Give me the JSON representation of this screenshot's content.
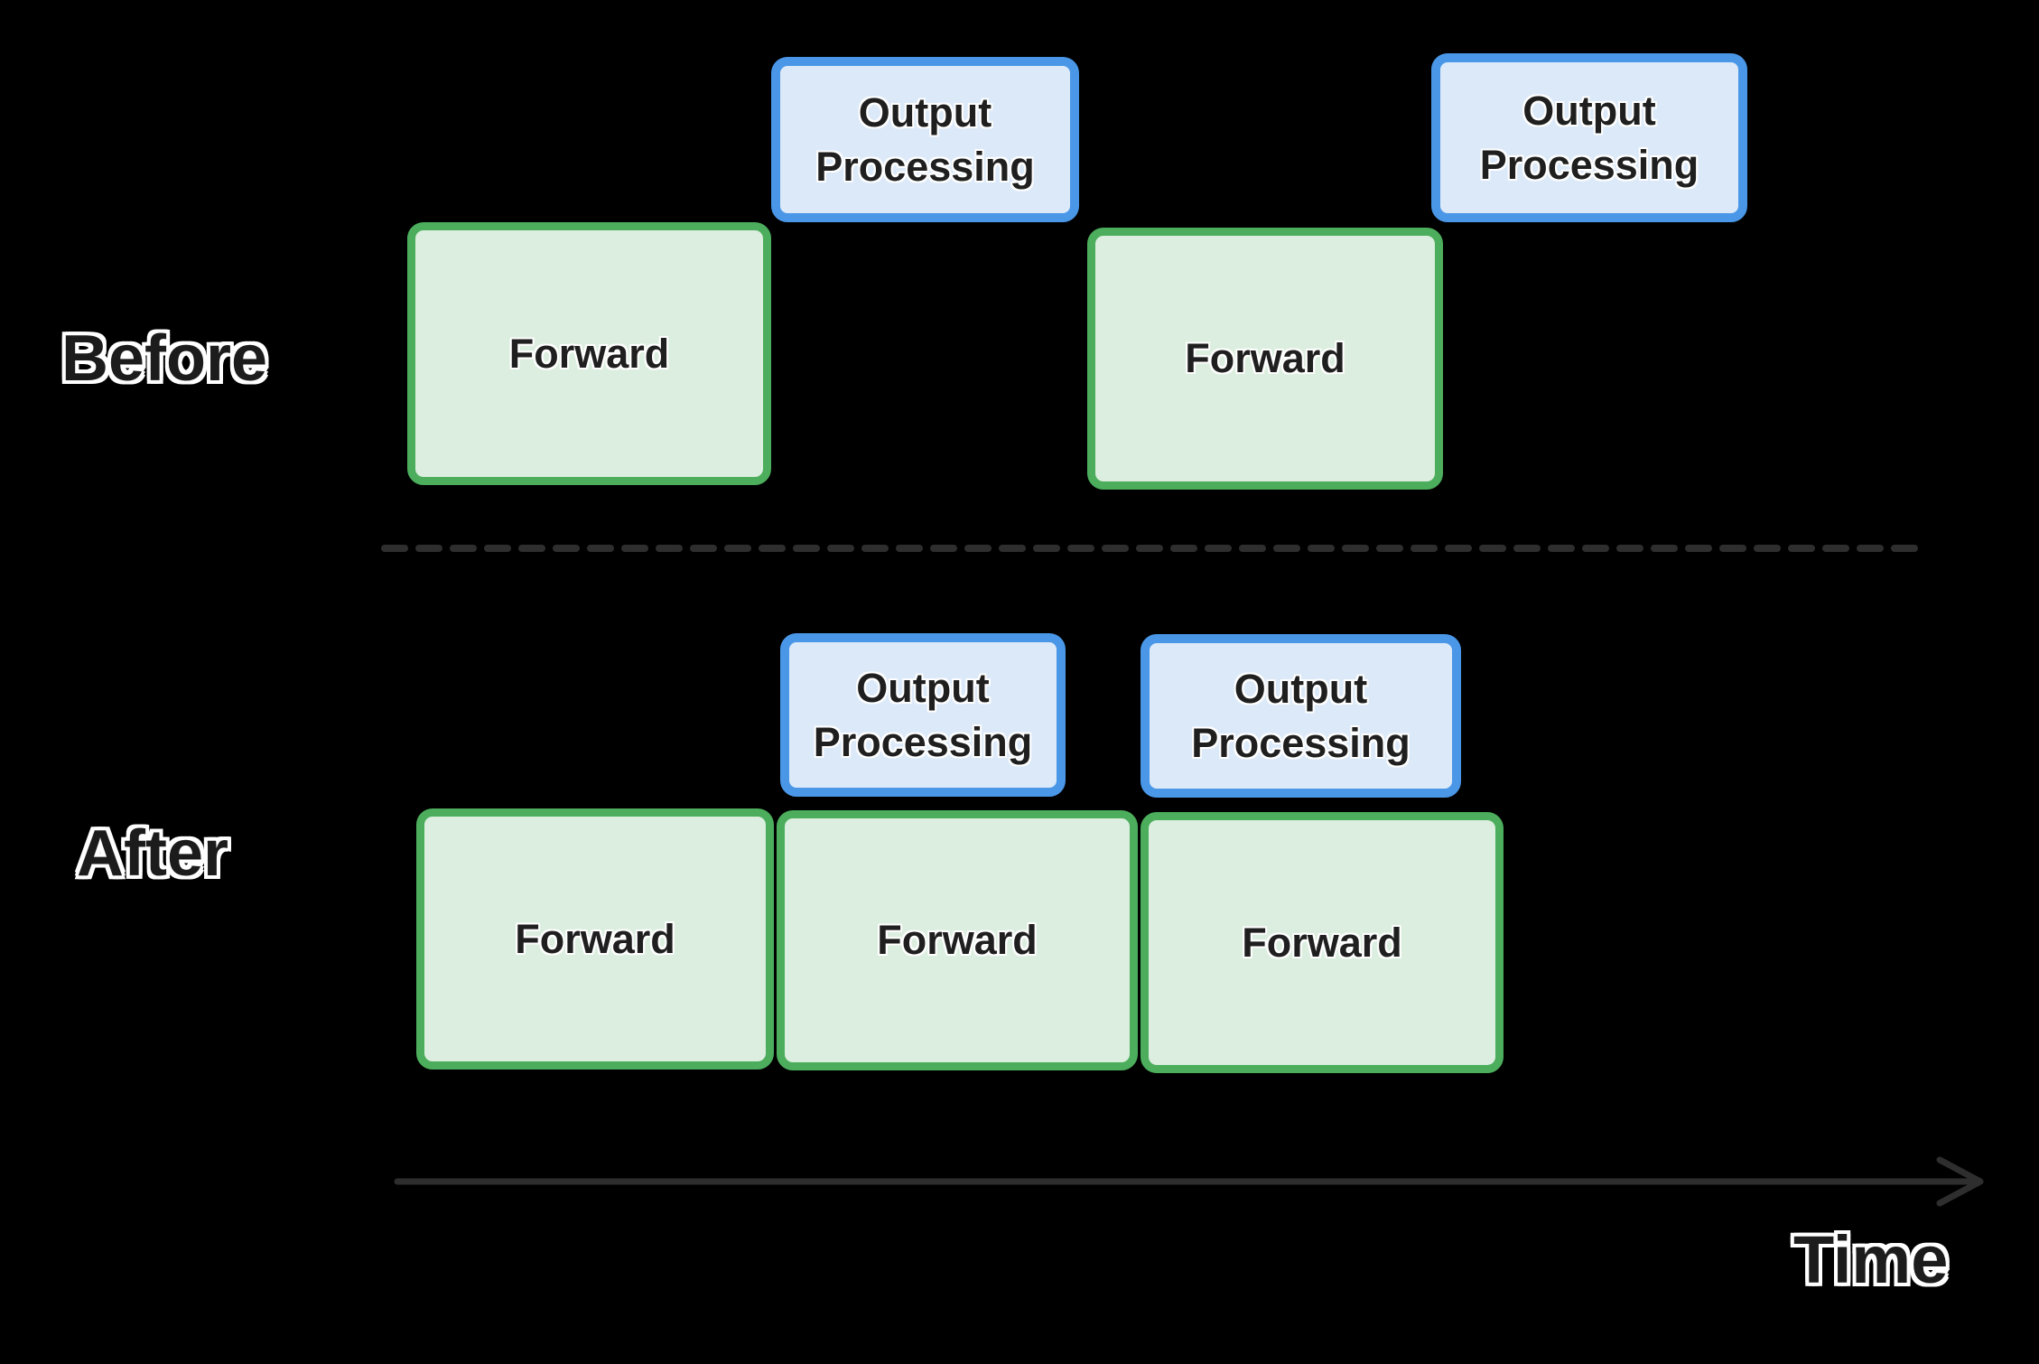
{
  "labels": {
    "before": "Before",
    "after": "After",
    "time": "Time"
  },
  "blocks": {
    "before": [
      {
        "label": "Forward"
      },
      {
        "label": "Output Processing"
      },
      {
        "label": "Forward"
      },
      {
        "label": "Output Processing"
      }
    ],
    "after": [
      {
        "label": "Output Processing"
      },
      {
        "label": "Output Processing"
      },
      {
        "label": "Forward"
      },
      {
        "label": "Forward"
      },
      {
        "label": "Forward"
      }
    ]
  },
  "colors": {
    "background": "#000000",
    "forward_fill": "#DCEEDF",
    "forward_border": "#4CAE5C",
    "output_fill": "#DCE9F8",
    "output_border": "#4A97E8",
    "box_text": "#1F1F1F",
    "label_fill": "#1C1C1C",
    "label_stroke": "#FFFFFF",
    "axis_line": "#2E2E2E"
  }
}
